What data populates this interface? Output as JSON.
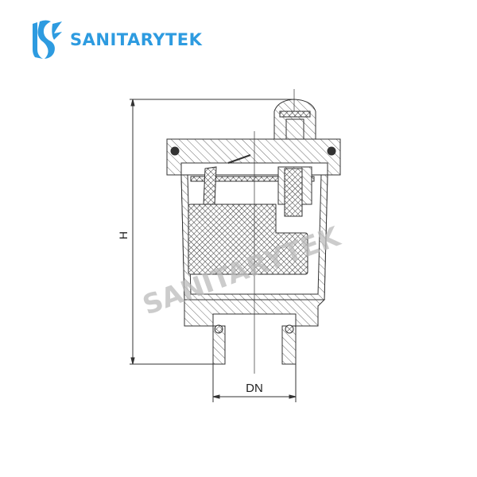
{
  "brand": {
    "name": "SANITARYTEK",
    "color": "#2d9be0",
    "icon": "sanitarytek-logo-icon"
  },
  "drawing": {
    "dimension_height_label": "H",
    "dimension_diameter_label": "DN",
    "watermark": "SANITARYTEK",
    "line_color": "#333333"
  }
}
